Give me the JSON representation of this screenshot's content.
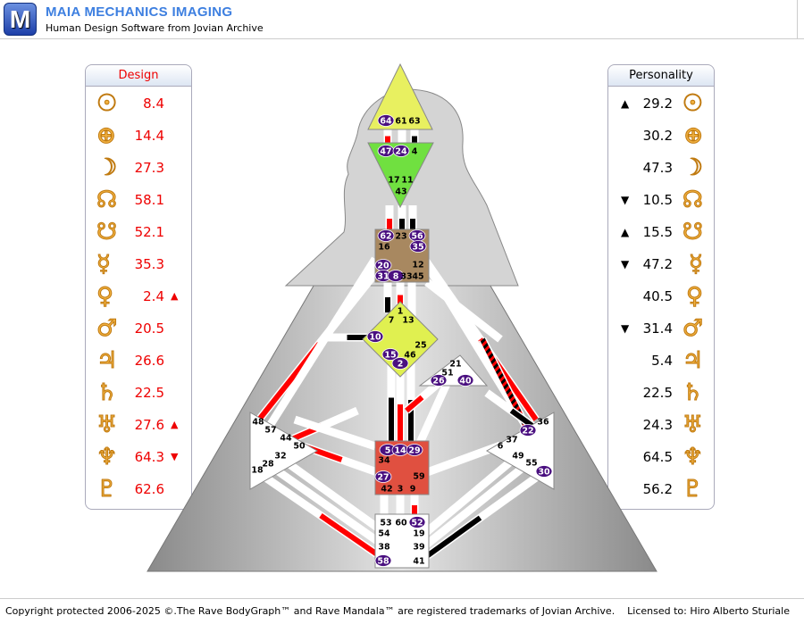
{
  "header": {
    "logo_letter": "M",
    "title": "MAIA MECHANICS IMAGING",
    "subtitle": "Human Design Software from Jovian Archive"
  },
  "design": {
    "title": "Design",
    "rows": [
      {
        "planet": "sun-icon",
        "symbol": "☉",
        "value": "8.4",
        "arrow": ""
      },
      {
        "planet": "earth-icon",
        "symbol": "⊕",
        "value": "14.4",
        "arrow": ""
      },
      {
        "planet": "moon-icon",
        "symbol": "☽",
        "value": "27.3",
        "arrow": ""
      },
      {
        "planet": "north-node-icon",
        "symbol": "☊",
        "value": "58.1",
        "arrow": ""
      },
      {
        "planet": "south-node-icon",
        "symbol": "☋",
        "value": "52.1",
        "arrow": ""
      },
      {
        "planet": "mercury-icon",
        "symbol": "☿",
        "value": "35.3",
        "arrow": ""
      },
      {
        "planet": "venus-icon",
        "symbol": "♀",
        "value": "2.4",
        "arrow": "▲"
      },
      {
        "planet": "mars-icon",
        "symbol": "♂",
        "value": "20.5",
        "arrow": ""
      },
      {
        "planet": "jupiter-icon",
        "symbol": "♃",
        "value": "26.6",
        "arrow": ""
      },
      {
        "planet": "saturn-icon",
        "symbol": "♄",
        "value": "22.5",
        "arrow": ""
      },
      {
        "planet": "uranus-icon",
        "symbol": "♅",
        "value": "27.6",
        "arrow": "▲"
      },
      {
        "planet": "neptune-icon",
        "symbol": "♆",
        "value": "64.3",
        "arrow": "▼"
      },
      {
        "planet": "pluto-icon",
        "symbol": "♇",
        "value": "62.6",
        "arrow": ""
      }
    ]
  },
  "personality": {
    "title": "Personality",
    "rows": [
      {
        "planet": "sun-icon",
        "symbol": "☉",
        "value": "29.2",
        "arrow": "▲"
      },
      {
        "planet": "earth-icon",
        "symbol": "⊕",
        "value": "30.2",
        "arrow": ""
      },
      {
        "planet": "moon-icon",
        "symbol": "☽",
        "value": "47.3",
        "arrow": ""
      },
      {
        "planet": "north-node-icon",
        "symbol": "☊",
        "value": "10.5",
        "arrow": "▼"
      },
      {
        "planet": "south-node-icon",
        "symbol": "☋",
        "value": "15.5",
        "arrow": "▲"
      },
      {
        "planet": "mercury-icon",
        "symbol": "☿",
        "value": "47.2",
        "arrow": "▼"
      },
      {
        "planet": "venus-icon",
        "symbol": "♀",
        "value": "40.5",
        "arrow": ""
      },
      {
        "planet": "mars-icon",
        "symbol": "♂",
        "value": "31.4",
        "arrow": "▼"
      },
      {
        "planet": "jupiter-icon",
        "symbol": "♃",
        "value": "5.4",
        "arrow": ""
      },
      {
        "planet": "saturn-icon",
        "symbol": "♄",
        "value": "22.5",
        "arrow": ""
      },
      {
        "planet": "uranus-icon",
        "symbol": "♅",
        "value": "24.3",
        "arrow": ""
      },
      {
        "planet": "neptune-icon",
        "symbol": "♆",
        "value": "64.5",
        "arrow": ""
      },
      {
        "planet": "pluto-icon",
        "symbol": "♇",
        "value": "56.2",
        "arrow": ""
      }
    ]
  },
  "bodygraph": {
    "colors": {
      "head": "#e8f060",
      "ajna": "#70e040",
      "throat": "#a88860",
      "g": "#e0f050",
      "ego": "#ffffff",
      "sacral": "#e05040",
      "root": "#ffffff",
      "spleen": "#ffffff",
      "solar": "#ffffff",
      "active": "#4a1080",
      "design": "#ff0000",
      "personality": "#000000"
    },
    "gates": {
      "head": [
        "64",
        "61",
        "63"
      ],
      "ajna": [
        "47",
        "24",
        "4",
        "17",
        "11",
        "43"
      ],
      "throat": [
        "62",
        "23",
        "56",
        "16",
        "35",
        "20",
        "12",
        "31",
        "8",
        "33",
        "45"
      ],
      "g": [
        "1",
        "7",
        "13",
        "10",
        "25",
        "15",
        "46",
        "2"
      ],
      "ego": [
        "21",
        "51",
        "26",
        "40"
      ],
      "sacral": [
        "5",
        "14",
        "29",
        "34",
        "27",
        "59",
        "42",
        "3",
        "9"
      ],
      "root": [
        "53",
        "60",
        "52",
        "54",
        "19",
        "38",
        "39",
        "58",
        "41"
      ],
      "spleen": [
        "48",
        "57",
        "44",
        "50",
        "32",
        "28",
        "18"
      ],
      "solar": [
        "36",
        "22",
        "37",
        "6",
        "49",
        "55",
        "30"
      ]
    },
    "active_gates": [
      "64",
      "47",
      "24",
      "62",
      "56",
      "35",
      "20",
      "31",
      "8",
      "10",
      "15",
      "2",
      "26",
      "40",
      "5",
      "14",
      "29",
      "27",
      "52",
      "58",
      "22",
      "30"
    ]
  },
  "footer": {
    "copyright": "Copyright protected 2006-2025 ©.The Rave BodyGraph™ and Rave Mandala™ are registered trademarks of Jovian Archive.",
    "license": "Licensed to: Hiro Alberto Sturiale"
  }
}
